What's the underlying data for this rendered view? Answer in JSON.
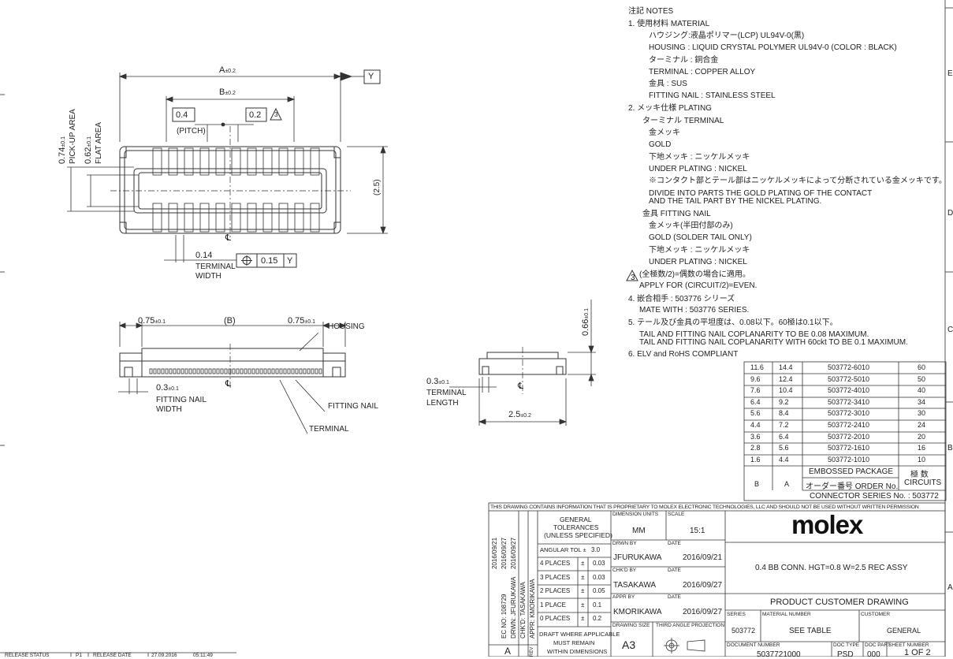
{
  "notes": {
    "title": "注記 NOTES",
    "lines": [
      "1.  使用材料 MATERIAL",
      "ハウジング:液晶ポリマー(LCP) UL94V-0(黒)",
      "HOUSING : LIQUID CRYSTAL POLYMER UL94V-0 (COLOR : BLACK)",
      "ターミナル : 銅合金",
      "TERMINAL : COPPER ALLOY",
      "金具 : SUS",
      "FITTING NAIL : STAINLESS STEEL",
      "2.  メッキ仕様 PLATING",
      "ターミナル TERMINAL",
      "金メッキ",
      "GOLD",
      "下地メッキ : ニッケルメッキ",
      "UNDER PLATING : NICKEL",
      "※コンタクト部とテール部はニッケルメッキによって分断されている金メッキです。",
      "DIVIDE INTO PARTS THE GOLD PLATING OF THE CONTACT",
      "AND THE TAIL PART BY THE NICKEL PLATING.",
      "金具 FITTING NAIL",
      "金メッキ(半田付部のみ)",
      "GOLD (SOLDER TAIL ONLY)",
      "下地メッキ : ニッケルメッキ",
      "UNDER PLATING : NICKEL",
      "(全極数/2)=偶数の場合に適用。",
      "APPLY FOR (CIRCUIT/2)=EVEN.",
      "4.  嵌合相手 : 503776  シリーズ",
      "MATE WITH : 503776 SERIES.",
      "5.  テール及び金具の平坦度は、0.08以下。60極は0.1以下。",
      "TAIL AND FITTING NAIL COPLANARITY TO BE 0.08 MAXIMUM.",
      "TAIL AND FITTING NAIL COPLANARITY WITH 60ckt TO BE 0.1 MAXIMUM.",
      "6.  ELV and RoHS COMPLIANT"
    ]
  },
  "dims": {
    "a": "A",
    "a_tol": "±0.2",
    "b": "B",
    "b_tol": "±0.2",
    "y": "Y",
    "pitch_val": "0.4",
    "pitch": "(PITCH)",
    "v02": "0.2",
    "tri3": "3",
    "pick_up": "PICK-UP AREA",
    "v074": "0.74",
    "v074_tol": "±0.1",
    "flat": "FLAT AREA",
    "v062": "0.62",
    "v062_tol": "±0.1",
    "v25p": "(2.5)",
    "v014": "0.14",
    "terminal_width1": "TERMINAL",
    "terminal_width2": "WIDTH",
    "gt_val": "0.15",
    "gt_ref": "Y",
    "cl": "℄",
    "v075": "0.75",
    "v075_tol": "±0.1",
    "bparen": "(B)",
    "housing": "HOUSING",
    "v03": "0.3",
    "v03_tol": "±0.1",
    "fn_width1": "FITTING NAIL",
    "fn_width2": "WIDTH",
    "fitting_nail": "FITTING NAIL",
    "terminal": "TERMINAL",
    "v066": "0.66",
    "v066_tol": "±0.1",
    "term_len1": "TERMINAL",
    "term_len2": "LENGTH",
    "v25": "2.5",
    "v25_tol": "±0.2"
  },
  "table": {
    "rows": [
      [
        "11.6",
        "14.4",
        "503772-6010",
        "60"
      ],
      [
        "9.6",
        "12.4",
        "503772-5010",
        "50"
      ],
      [
        "7.6",
        "10.4",
        "503772-4010",
        "40"
      ],
      [
        "6.4",
        "9.2",
        "503772-3410",
        "34"
      ],
      [
        "5.6",
        "8.4",
        "503772-3010",
        "30"
      ],
      [
        "4.4",
        "7.2",
        "503772-2410",
        "24"
      ],
      [
        "3.6",
        "6.4",
        "503772-2010",
        "20"
      ],
      [
        "2.8",
        "5.6",
        "503772-1610",
        "16"
      ],
      [
        "1.6",
        "4.4",
        "503772-1010",
        "10"
      ]
    ],
    "col_b": "B",
    "col_a": "A",
    "embossed": "EMBOSSED PACKAGE",
    "order_no": "オーダー番号 ORDER No.",
    "circuits_jp": "極 数",
    "circuits": "CIRCUITS",
    "series": "CONNECTOR SERIES No. : 503772"
  },
  "title_block": {
    "proprietary": "THIS DRAWING CONTAINS INFORMATION THAT IS PROPRIETARY TO MOLEX ELECTRONIC TECHNOLOGIES, LLC AND SHOULD NOT BE USED WITHOUT WRITTEN PERMISSION",
    "gen_tol1": "GENERAL",
    "gen_tol2": "TOLERANCES",
    "gen_tol3": "(UNLESS SPECIFIED)",
    "angular": "ANGULAR TOL ±",
    "angular_val": "3.0",
    "places": [
      [
        "4 PLACES",
        "±",
        "0.03"
      ],
      [
        "3 PLACES",
        "±",
        "0.03"
      ],
      [
        "2 PLACES",
        "±",
        "0.05"
      ],
      [
        "1 PLACE",
        "±",
        "0.1"
      ],
      [
        "0 PLACES",
        "±",
        "0.2"
      ]
    ],
    "draft1": "DRAFT WHERE APPLICABLE",
    "draft2": "MUST REMAIN",
    "draft3": "WITHIN DIMENSIONS",
    "dim_units_lbl": "DIMENSION UNITS",
    "dim_units": "MM",
    "scale_lbl": "SCALE",
    "scale": "15:1",
    "drwn_lbl": "DRWN BY",
    "drwn": "JFURUKAWA",
    "drwn_date": "2016/09/21",
    "chkd_lbl": "CHK'D BY",
    "chkd": "TASAKAWA",
    "chkd_date": "2016/09/27",
    "appr_lbl": "APPR BY",
    "appr": "KMORIKAWA",
    "appr_date": "2016/09/27",
    "date_lbl": "DATE",
    "size_lbl": "DRAWING SIZE",
    "size": "A3",
    "projection_lbl": "THIRD ANGLE PROJECTION",
    "logo": "molex",
    "desc": "0.4 BB CONN. HGT=0.8 W=2.5 REC ASSY",
    "doc_title": "PRODUCT CUSTOMER DRAWING",
    "series_lbl": "SERIES",
    "series": "503772",
    "material_lbl": "MATERIAL NUMBER",
    "material": "SEE TABLE",
    "customer_lbl": "CUSTOMER",
    "customer": "GENERAL",
    "docnum_lbl": "DOCUMENT NUMBER",
    "docnum": "5037721000",
    "doctype_lbl": "DOC TYPE",
    "doctype": "PSD",
    "docpart_lbl": "DOC PART",
    "docpart": "000",
    "sheet_lbl": "SHEET NUMBER",
    "sheet": "1 OF 2",
    "rev_dates": [
      "2016/09/21",
      "2016/09/27",
      "2016/09/27"
    ],
    "ec_lines": [
      "EC NO:  108729",
      "DRWN:  JFURUKAWA",
      "CHK'D:  TASAKAWA",
      "APPR:  KMORIKAWA"
    ],
    "rev_letter": "A",
    "rev_lbl": "REV",
    "bottom_status": "RELEASE STATUS",
    "bottom_p1": "P1",
    "bottom_date_lbl": "RELEASE DATE",
    "bottom_date": "27.09.2016",
    "bottom_time": "05:11:49"
  },
  "zones": [
    "E",
    "D",
    "C",
    "B",
    "A"
  ]
}
